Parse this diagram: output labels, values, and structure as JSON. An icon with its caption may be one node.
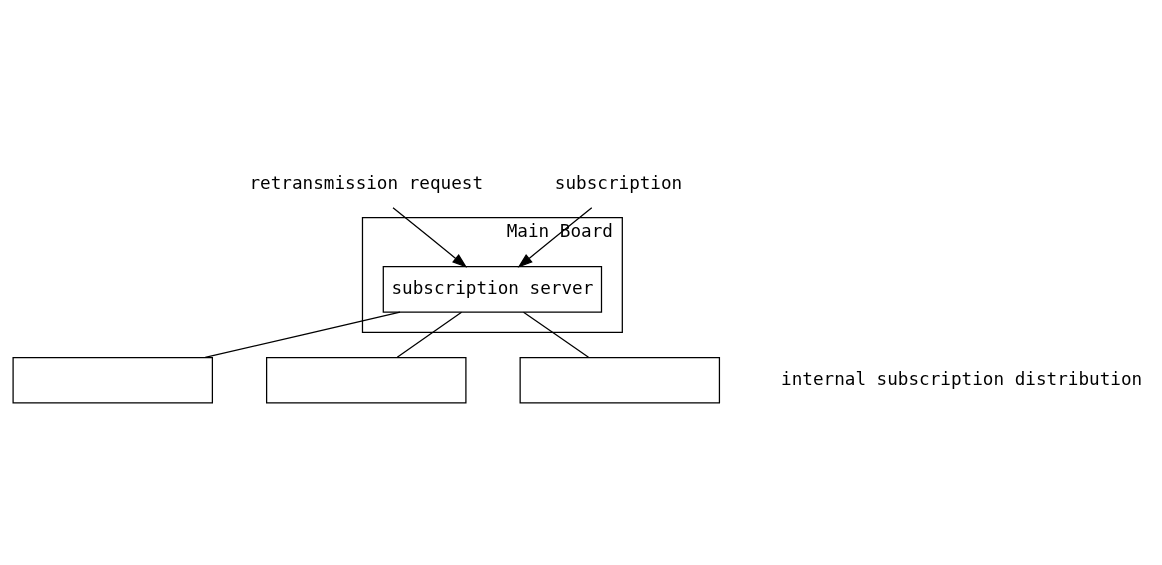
{
  "diagram": {
    "nodes": [
      {
        "text": [
          "Main Board"
        ]
      },
      {
        "text": [
          "subscription server"
        ],
        "in": 0
      },
      {
        "text": [
          "retransmission request"
        ]
      },
      {
        "text": [
          "subscription"
        ]
      },
      {
        "text": [],
        "shape": "box"
      },
      {
        "text": [],
        "shape": "box"
      },
      {
        "text": [],
        "shape": "box"
      }
    ],
    "edges": [
      {
        "from": 2,
        "to": 1,
        "arrow": "to"
      },
      {
        "from": 3,
        "to": 1,
        "arrow": "to"
      },
      {
        "from": 1,
        "to": 4,
        "arrow": "none"
      },
      {
        "from": 1,
        "to": 5,
        "arrow": "none"
      },
      {
        "from": 1,
        "to": 6,
        "arrow": "none"
      }
    ],
    "labels": [
      "internal subscription distribution"
    ]
  }
}
